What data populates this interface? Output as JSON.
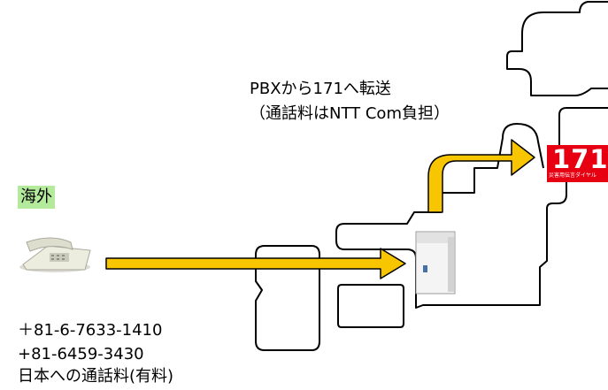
{
  "labels": {
    "overseas": "海外",
    "transfer_line1": "PBXから171へ転送",
    "transfer_line2": "（通話料はNTT Com負担）",
    "phone_number_1": "＋81-6-7633-1410",
    "phone_number_2": "+81-6459-3430",
    "call_charge": "日本への通話料(有料)"
  },
  "logo": {
    "number": "171",
    "subtitle": "災害用伝言ダイヤル"
  },
  "icons": {
    "telephone": "telephone-icon",
    "pbx": "pbx-server-icon",
    "arrow_horizontal": "arrow-right-icon",
    "arrow_curved": "curved-arrow-icon"
  },
  "colors": {
    "arrow_fill": "#f7c600",
    "arrow_stroke": "#000000",
    "map_outline": "#000000",
    "logo_bg": "#e60012",
    "overseas_highlight": "#b3ea9b"
  }
}
